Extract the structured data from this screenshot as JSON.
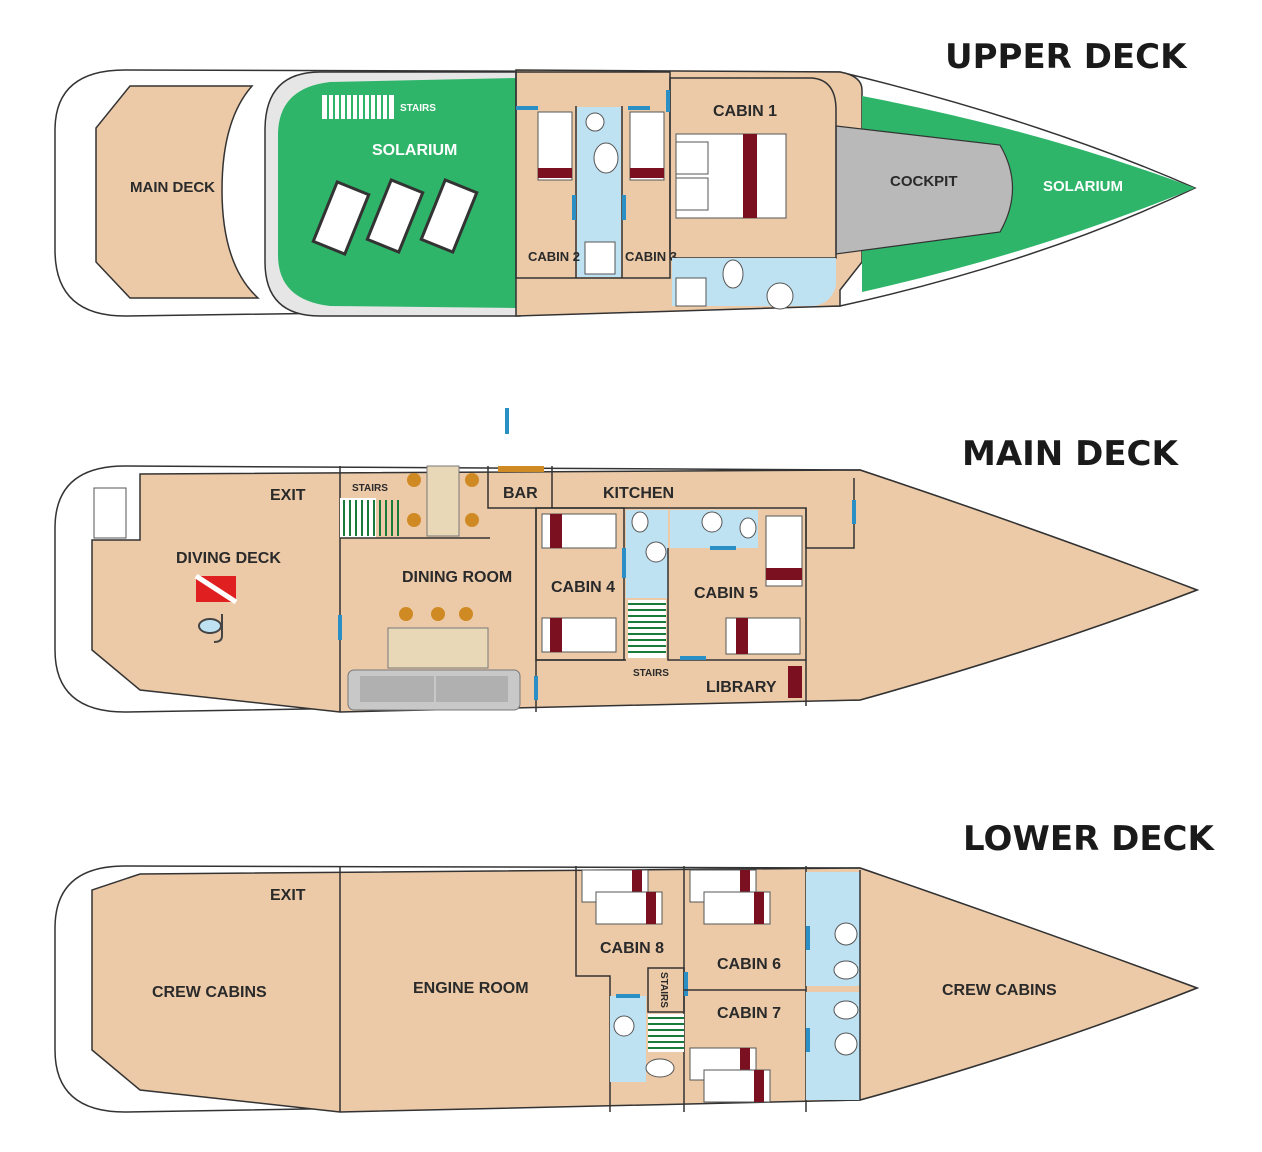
{
  "colors": {
    "floor": "#eccaa8",
    "solarium": "#2fb56a",
    "cockpit": "#b9b9b9",
    "bathroom": "#bfe2f3",
    "door": "#2a8fc4",
    "blanket": "#7a1020",
    "chair": "#d08a24"
  },
  "upper": {
    "title": "UPPER DECK",
    "main_deck": "MAIN DECK",
    "stairs": "STAIRS",
    "solarium_aft": "SOLARIUM",
    "cabin1": "CABIN 1",
    "cabin2": "CABIN 2",
    "cabin3": "CABIN 3",
    "cockpit": "COCKPIT",
    "solarium_bow": "SOLARIUM"
  },
  "main": {
    "title": "MAIN DECK",
    "exit": "EXIT",
    "diving_deck": "DIVING DECK",
    "stairs": "STAIRS",
    "bar": "BAR",
    "kitchen": "KITCHEN",
    "dining_room": "DINING ROOM",
    "cabin4": "CABIN 4",
    "cabin5": "CABIN 5",
    "stairs2": "STAIRS",
    "library": "LIBRARY"
  },
  "lower": {
    "title": "LOWER DECK",
    "exit": "EXIT",
    "crew_aft": "CREW CABINS",
    "engine_room": "ENGINE ROOM",
    "cabin8": "CABIN 8",
    "cabin6": "CABIN 6",
    "cabin7": "CABIN 7",
    "stairs": "STAIRS",
    "crew_bow": "CREW CABINS"
  },
  "icons": [
    "dive-flag-icon",
    "snorkel-mask-icon",
    "bed-icon",
    "toilet-icon",
    "shower-icon",
    "sink-icon",
    "chair-icon",
    "sofa-icon",
    "sun-lounger-icon",
    "stairs-icon"
  ]
}
